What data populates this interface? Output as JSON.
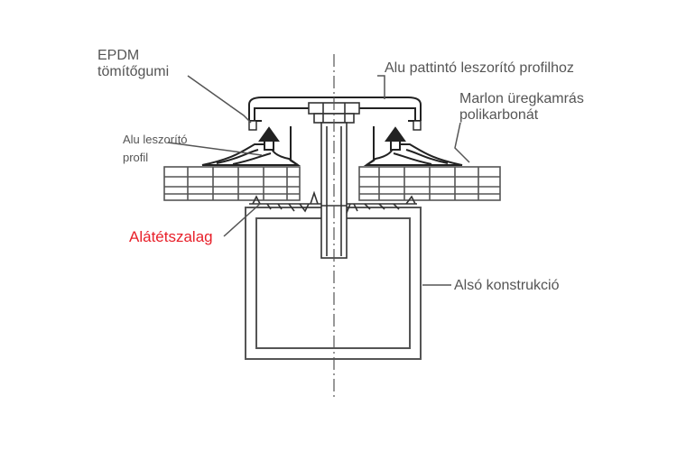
{
  "labels": {
    "epdm_line1": "EPDM",
    "epdm_line2": "tömítőgumi",
    "alu_pattinto": "Alu pattintó leszorító profilhoz",
    "marlon_line1": "Marlon üregkamrás",
    "marlon_line2": "polikarbonát",
    "alu_leszorito_line1": "Alu leszorító",
    "alu_leszorito_line2": "profil",
    "alatetszalag": "Alátétszalag",
    "also_konstrukcio": "Alsó konstrukció"
  },
  "colors": {
    "line": "#555555",
    "label": "#555555",
    "accent": "#e8202a",
    "frame_fill": "#ffffff"
  }
}
